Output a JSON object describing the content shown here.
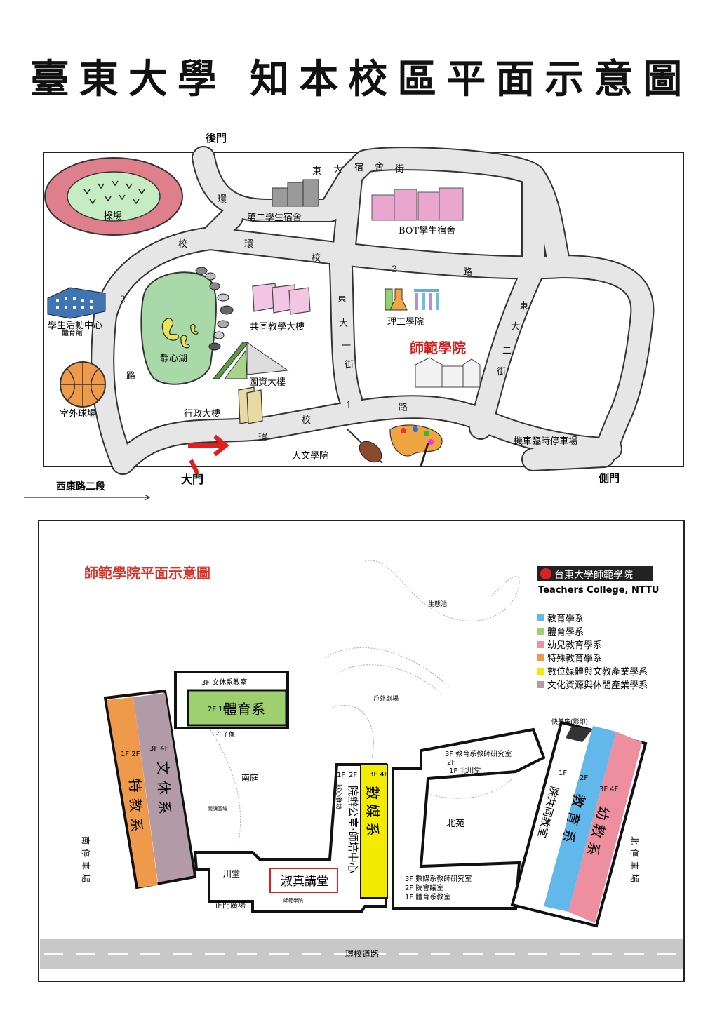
{
  "page_title": "臺東大學 知本校區平面示意圖",
  "campus_map": {
    "gates": {
      "back_gate": "後門",
      "main_gate": "大門",
      "side_gate": "側門"
    },
    "outer_road": "西康路二段",
    "streets": {
      "dongda_dorm_street": [
        "東",
        "大",
        "宿",
        "舍",
        "街"
      ],
      "ring_road_2": [
        "環",
        "校",
        "2",
        "路"
      ],
      "ring_road_upper": [
        "校",
        "環",
        "校"
      ],
      "ring_road_3": [
        "3",
        "路"
      ],
      "dongda_1st_street": [
        "東",
        "大",
        "一",
        "街"
      ],
      "dongda_2nd_street": [
        "東",
        "大",
        "二",
        "街"
      ],
      "ring_road_1": [
        "環",
        "校",
        "1",
        "路"
      ]
    },
    "places": {
      "sports_field": "操場",
      "dorm2": "第二學生宿舍",
      "bot_dorm": "BOT學生宿舍",
      "student_center": "學生活動中心",
      "gym": "體育館",
      "lake": "靜心湖",
      "teaching_building": "共同教學大樓",
      "science_college": "理工學院",
      "teachers_college": "師範學院",
      "library": "圖資大樓",
      "basketball_court": "室外球場",
      "admin_building": "行政大樓",
      "humanities_college": "人文學院",
      "scooter_parking": "機車臨時停車場"
    }
  },
  "college_plan": {
    "title": "師範學院平面示意圖",
    "logo_text": "台東大學師範學院",
    "logo_subtitle": "Teachers College, NTTU",
    "legend": [
      {
        "label": "教育學系",
        "color": "#62b8ea"
      },
      {
        "label": "體育學系",
        "color": "#9ed070"
      },
      {
        "label": "幼兒教育學系",
        "color": "#ee8fa0"
      },
      {
        "label": "特殊教育學系",
        "color": "#ef9a4a"
      },
      {
        "label": "數位媒體與文教產業學系",
        "color": "#f4ec00"
      },
      {
        "label": "文化資源與休閒產業學系",
        "color": "#b39aa7"
      }
    ],
    "labels": {
      "ecology_pond": "生態池",
      "outdoor_theater": "戶外劇場",
      "pe_floor3": "3F 文休系教室",
      "pe_floors": "2F 1F",
      "pe_dept": "體育系",
      "confucius": "孔子像",
      "south_court": "南庭",
      "special_floors": "1F 2F",
      "special_dept": "特教系",
      "leisure_floors": "3F 4F",
      "leisure_dept": "文休系",
      "reading_area": "閱讀區域",
      "south_parking": "南停車場",
      "chuan_hall": "川堂",
      "main_plaza": "正門廣場",
      "shuzhen_hall": "淑真講堂",
      "college_label": "師範學院",
      "office_floors_1": "1F",
      "office_floors_2": "2F",
      "cafe": "欣心餐坊",
      "office": "院辦公室‧師培中心",
      "media_floors": "3F 4F",
      "media_dept": "數媒系",
      "north_garden": "北苑",
      "east_3f": "3F 教育系教師研究室",
      "east_2f": "2F",
      "east_1f": "1F 北川堂",
      "media_3f": "3F 數媒系教師研究室",
      "media_2f": "2F 院會議室",
      "media_1f": "1F 體育系教室",
      "print_shop": "快美廉(影印)",
      "shared_floors": "1F",
      "shared_classroom": "院共同教室",
      "edu_floors": "2F",
      "edu_dept": "教育系",
      "ece_floors": "3F 4F",
      "ece_dept": "幼教系",
      "north_parking": "北停車場",
      "ring_road": "環校道路"
    }
  }
}
